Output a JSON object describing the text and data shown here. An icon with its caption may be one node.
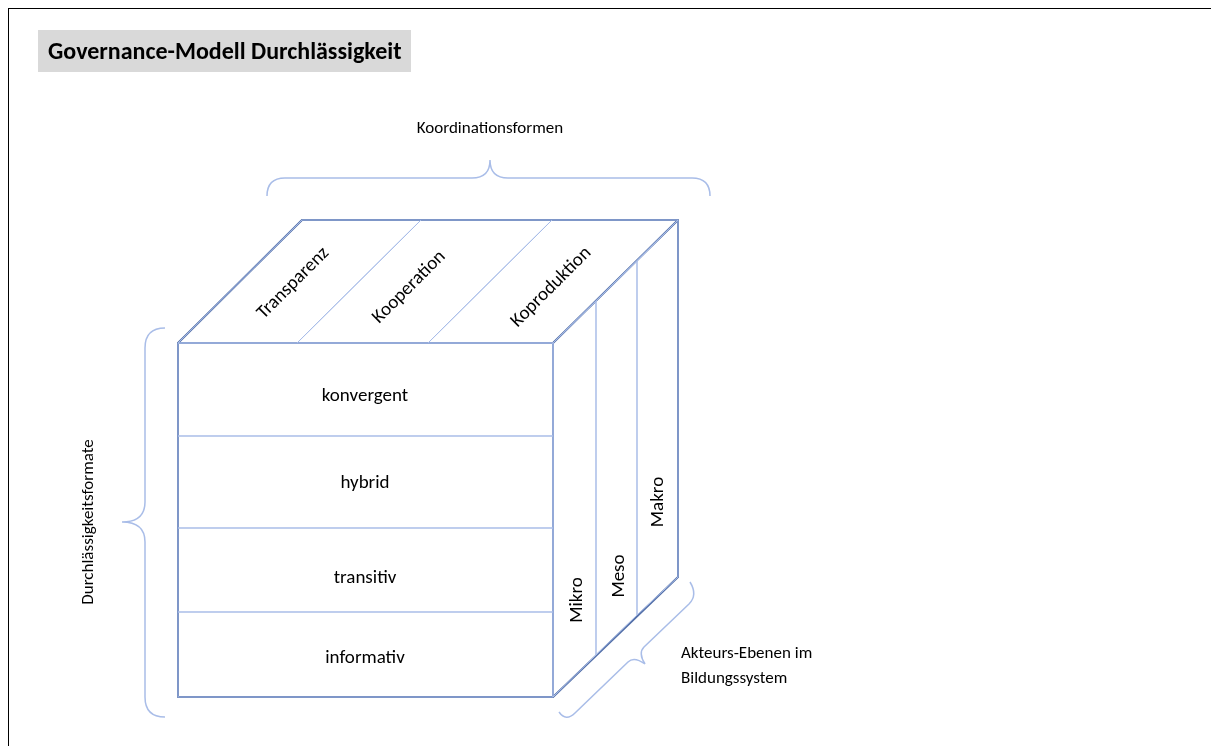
{
  "diagram": {
    "title": "Governance-Modell Durchlässigkeit",
    "nodes": [
      {
        "text": [
          "Transparenz"
        ]
      },
      {
        "text": [
          "Kooperation"
        ]
      },
      {
        "text": [
          "Koproduktion"
        ]
      },
      {
        "text": [
          "konvergent"
        ]
      },
      {
        "text": [
          "hybrid"
        ]
      },
      {
        "text": [
          "transitiv"
        ]
      },
      {
        "text": [
          "informativ"
        ]
      },
      {
        "text": [
          "Mikro"
        ]
      },
      {
        "text": [
          "Meso"
        ]
      },
      {
        "text": [
          "Makro"
        ]
      }
    ],
    "edges": [],
    "labels": [
      "Koordinationsformen",
      "Durchlässigkeitsformate",
      "Akteurs-Ebenen im Bildungssystem"
    ]
  }
}
